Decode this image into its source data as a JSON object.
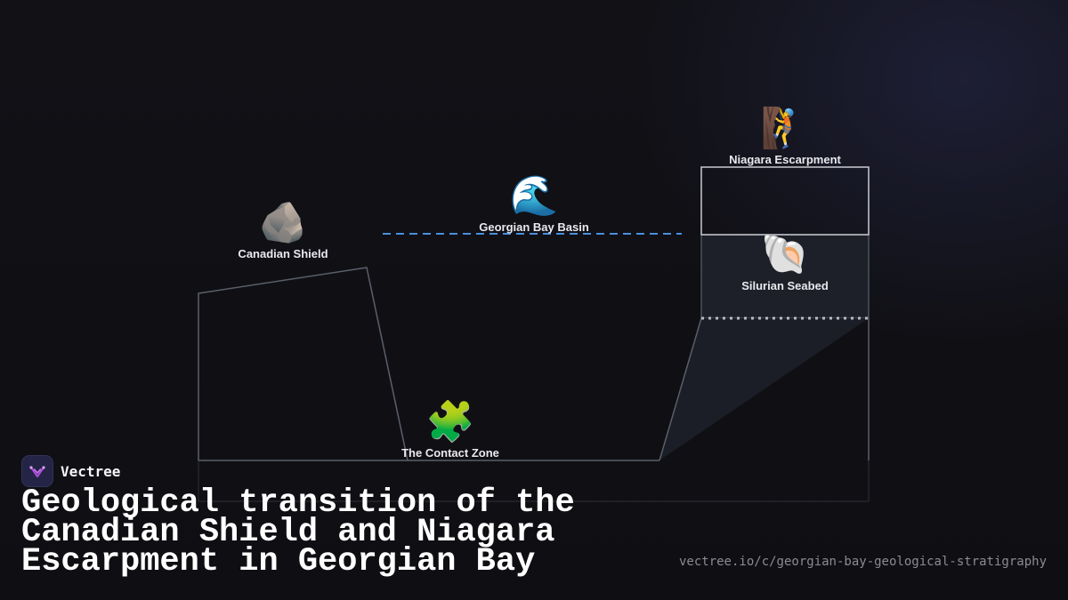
{
  "brand": {
    "name": "Vectree"
  },
  "title": "Geological transition of the Canadian Shield and Niagara Escarpment in Georgian Bay",
  "url": "vectree.io/c/georgian-bay-geological-stratigraphy",
  "nodes": {
    "canadian_shield": {
      "label": "Canadian Shield",
      "emoji": "🪨"
    },
    "georgian_bay_basin": {
      "label": "Georgian Bay Basin",
      "emoji": "🌊"
    },
    "contact_zone": {
      "label": "The Contact Zone",
      "emoji": "🧩"
    },
    "niagara_escarpment": {
      "label": "Niagara Escarpment",
      "emoji": "🧗"
    },
    "silurian_seabed": {
      "label": "Silurian Seabed",
      "emoji": "🐚"
    }
  },
  "colors": {
    "background": "#0f0f13",
    "water_line": "#4a8fe0",
    "outline": "#5a5f6a",
    "escarpment_box": "#c9cbd2",
    "seabed_fill": "#1d2029",
    "seabed_dotted": "#b9bcc6"
  },
  "icons": {
    "brand_logo": "vectree-logo-icon"
  }
}
